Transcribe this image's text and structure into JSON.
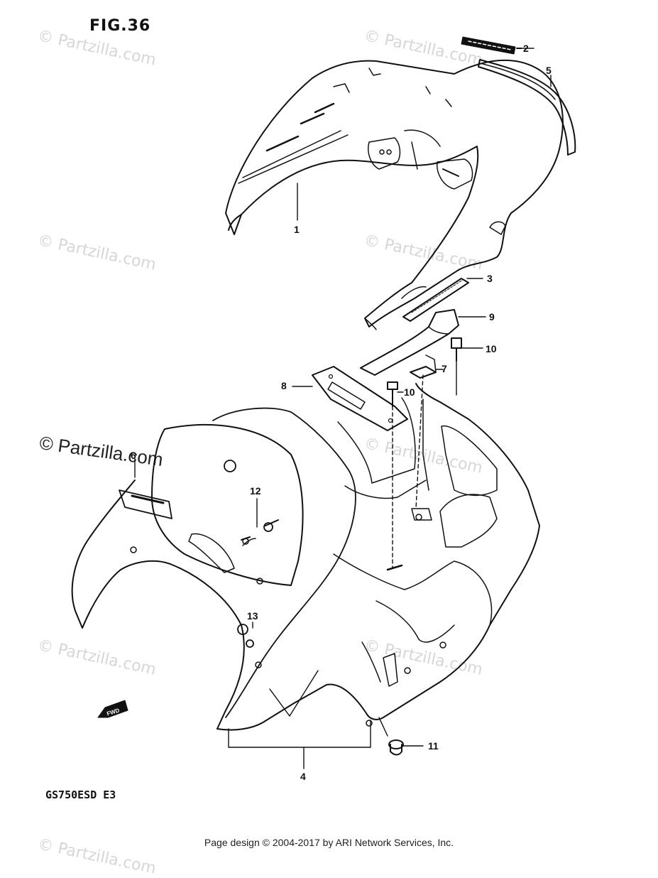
{
  "figure_title": "FIG.36",
  "model_code": "GS750ESD  E3",
  "footer": "Page design © 2004-2017 by ARI Network Services, Inc.",
  "watermark": "© Partzilla.com",
  "fwd_label": "FWD",
  "callouts": [
    {
      "id": "callout-1",
      "label": "1"
    },
    {
      "id": "callout-2",
      "label": "2"
    },
    {
      "id": "callout-3",
      "label": "3"
    },
    {
      "id": "callout-4",
      "label": "4"
    },
    {
      "id": "callout-5",
      "label": "5"
    },
    {
      "id": "callout-6",
      "label": "6"
    },
    {
      "id": "callout-7",
      "label": "7"
    },
    {
      "id": "callout-8",
      "label": "8"
    },
    {
      "id": "callout-9",
      "label": "9"
    },
    {
      "id": "callout-10a",
      "label": "10"
    },
    {
      "id": "callout-10b",
      "label": "10"
    },
    {
      "id": "callout-11",
      "label": "11"
    },
    {
      "id": "callout-12",
      "label": "12"
    },
    {
      "id": "callout-13",
      "label": "13"
    }
  ]
}
